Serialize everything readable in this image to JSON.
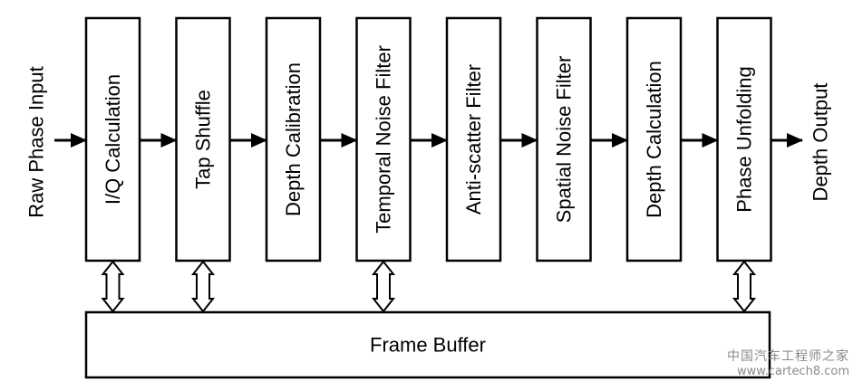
{
  "input_label": "Raw Phase Input",
  "output_label": "Depth Output",
  "stages": [
    {
      "label": "I/Q Calculation",
      "buffer_link": true
    },
    {
      "label": "Tap Shuffle",
      "buffer_link": true
    },
    {
      "label": "Depth Calibration",
      "buffer_link": false
    },
    {
      "label": "Temporal Noise Filter",
      "buffer_link": true
    },
    {
      "label": "Anti-scatter Filter",
      "buffer_link": false
    },
    {
      "label": "Spatial Noise Filter",
      "buffer_link": false
    },
    {
      "label": "Depth Calculation",
      "buffer_link": false
    },
    {
      "label": "Phase Unfolding",
      "buffer_link": true
    }
  ],
  "buffer_label": "Frame Buffer",
  "watermark": {
    "name": "中国汽车工程师之家",
    "url": "www.cartech8.com",
    "color": "#8a8a8a"
  }
}
